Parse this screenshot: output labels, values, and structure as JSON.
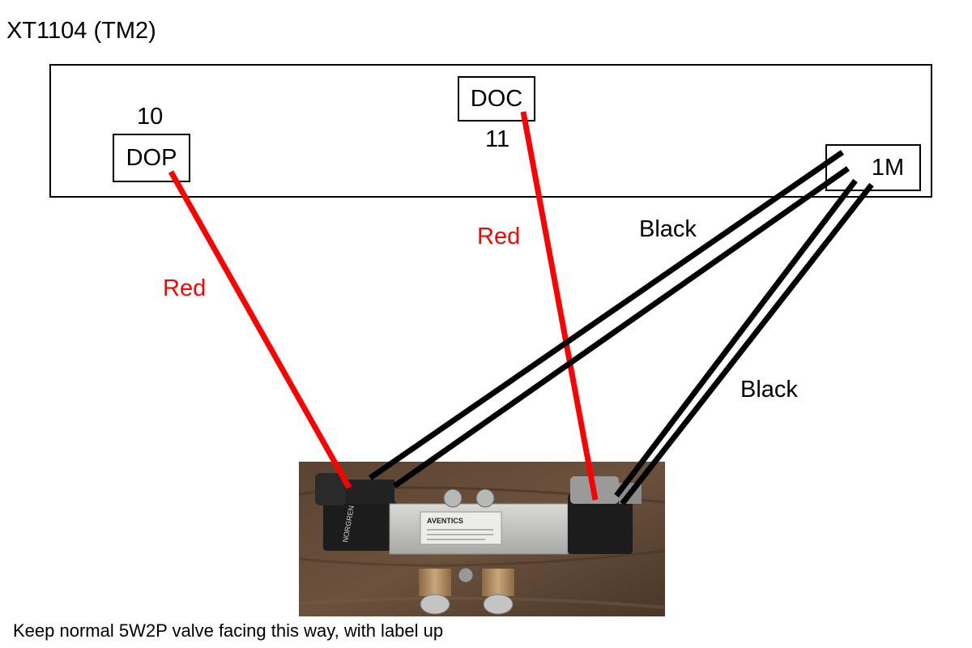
{
  "title": "XT1104 (TM2)",
  "terminals": {
    "dop": {
      "label": "DOP",
      "number": "10"
    },
    "doc": {
      "label": "DOC",
      "number": "11"
    },
    "m1": {
      "label": "1M"
    }
  },
  "wires": {
    "red_left": "Red",
    "red_mid": "Red",
    "black_upper": "Black",
    "black_lower": "Black"
  },
  "valve": {
    "brand": "AVENTICS",
    "coil_brand": "NORGREN"
  },
  "caption": "Keep normal 5W2P valve facing this way, with label up",
  "colors": {
    "red_wire": "#ff0000",
    "black_wire": "#000000"
  }
}
